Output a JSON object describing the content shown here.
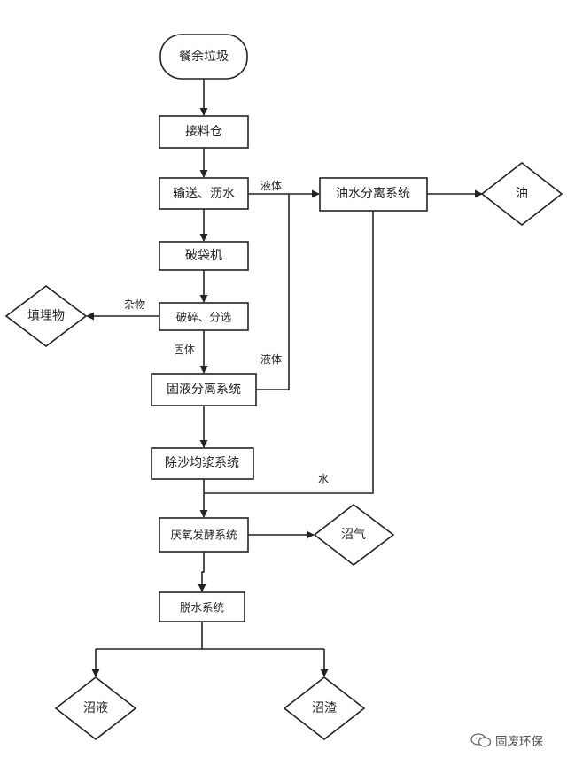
{
  "nodes": {
    "start": "餐余垃圾",
    "receiving_bin": "接料仓",
    "conveying_draining": "输送、沥水",
    "bag_breaker": "破袋机",
    "crushing_sorting": "破碎、分选",
    "solid_liquid_separation": "固液分离系统",
    "desanding_homogenizing": "除沙均浆系统",
    "anaerobic_fermentation": "厌氧发酵系统",
    "dewatering": "脱水系统",
    "oil_water_separation": "油水分离系统",
    "oil": "油",
    "landfill": "填埋物",
    "biogas": "沼气",
    "biogas_slurry": "沼液",
    "biogas_residue": "沼渣"
  },
  "edge_labels": {
    "liquid_top": "液体",
    "impurities": "杂物",
    "solid": "固体",
    "liquid_mid": "液体",
    "water": "水"
  },
  "watermark": {
    "text": "固废环保",
    "icon": "wechat-icon"
  },
  "colors": {
    "stroke": "#222222",
    "text": "#222222",
    "background": "#ffffff"
  }
}
